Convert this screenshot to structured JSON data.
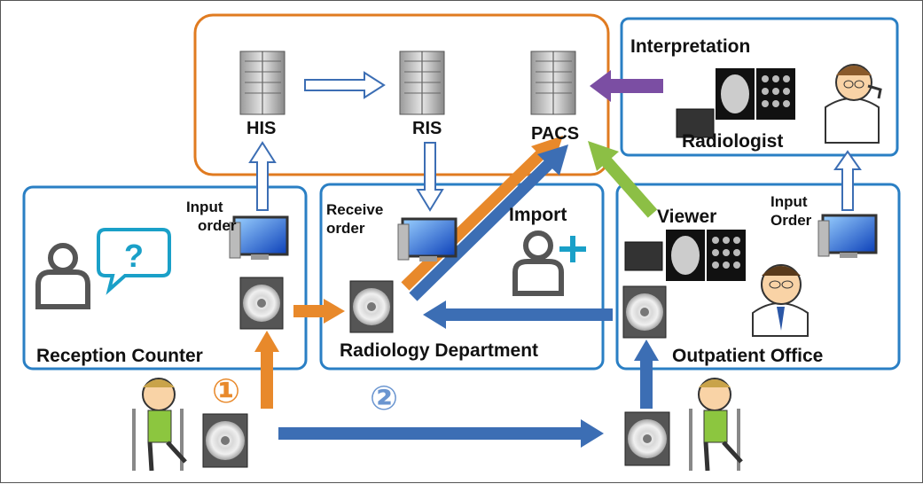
{
  "systems": {
    "his": "HIS",
    "ris": "RIS",
    "pacs": "PACS"
  },
  "interpretation": {
    "title": "Interpretation",
    "role": "Radiologist"
  },
  "reception": {
    "title": "Reception Counter",
    "input_line1": "Input",
    "input_line2": "order"
  },
  "radiology": {
    "title": "Radiology Department",
    "receive_line1": "Receive",
    "receive_line2": "order",
    "import": "Import"
  },
  "outpatient": {
    "title": "Outpatient Office",
    "viewer": "Viewer",
    "input_line1": "Input",
    "input_line2": "Order"
  },
  "steps": {
    "one": "①",
    "two": "②"
  },
  "colors": {
    "orange": "#e8892b",
    "blue": "#3c6eb4",
    "green": "#8cbf45",
    "purple": "#7b4ea3",
    "box": "#2a7fc4",
    "serverbox": "#e07b20"
  },
  "icons": [
    "server-icon",
    "computer-icon",
    "cd-icon",
    "xray-monitor-icon",
    "person-question-icon",
    "person-add-icon",
    "radiologist-icon",
    "doctor-icon",
    "patient-icon"
  ]
}
